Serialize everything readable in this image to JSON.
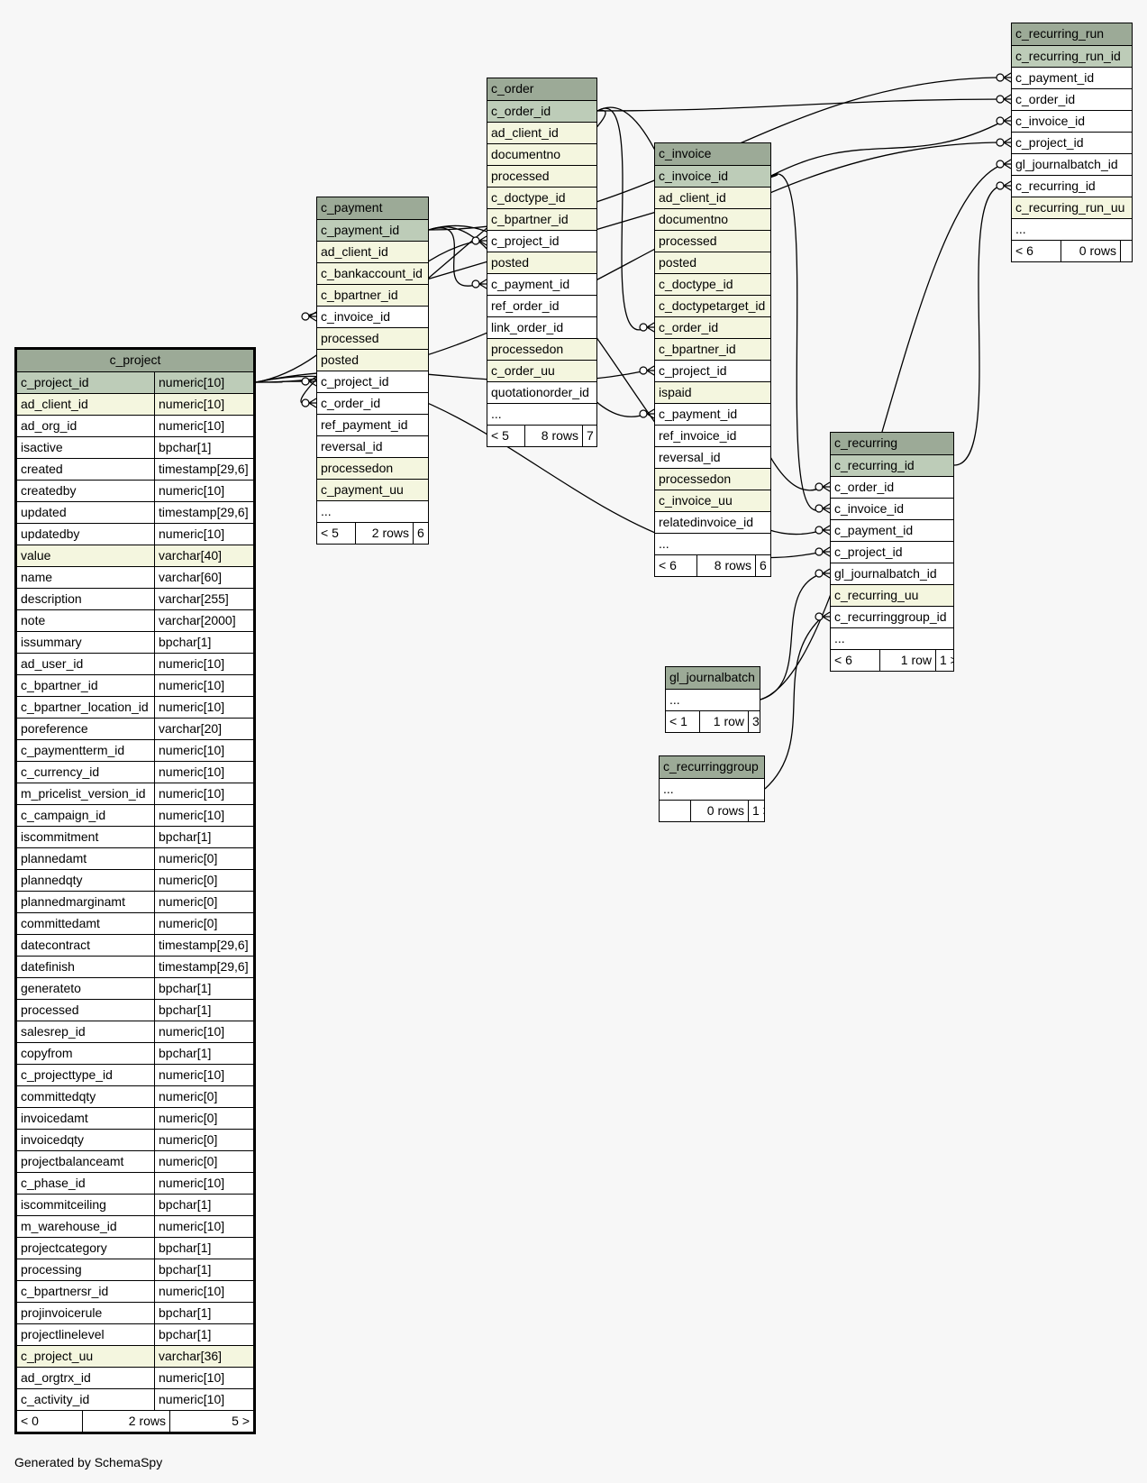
{
  "footer_text": "Generated by SchemaSpy",
  "colors": {
    "background": "#f7f7f7",
    "header": "#9caa97",
    "primary_key": "#bdccb8",
    "indexed": "#f4f6df",
    "plain": "#ffffff"
  },
  "relationships": [
    {
      "from": "c_project.c_project_id",
      "to": "c_payment.c_project_id"
    },
    {
      "from": "c_project.c_project_id",
      "to": "c_order.c_project_id"
    },
    {
      "from": "c_project.c_project_id",
      "to": "c_invoice.c_project_id"
    },
    {
      "from": "c_project.c_project_id",
      "to": "c_recurring.c_project_id"
    },
    {
      "from": "c_project.c_project_id",
      "to": "c_recurring_run.c_project_id"
    },
    {
      "from": "c_payment.c_payment_id",
      "to": "c_order.c_payment_id"
    },
    {
      "from": "c_payment.c_payment_id",
      "to": "c_invoice.c_payment_id"
    },
    {
      "from": "c_payment.c_payment_id",
      "to": "c_recurring.c_payment_id"
    },
    {
      "from": "c_payment.c_payment_id",
      "to": "c_recurring_run.c_payment_id"
    },
    {
      "from": "c_order.c_order_id",
      "to": "c_payment.c_order_id"
    },
    {
      "from": "c_order.c_order_id",
      "to": "c_invoice.c_order_id"
    },
    {
      "from": "c_order.c_order_id",
      "to": "c_recurring.c_order_id"
    },
    {
      "from": "c_order.c_order_id",
      "to": "c_recurring_run.c_order_id"
    },
    {
      "from": "c_invoice.c_invoice_id",
      "to": "c_payment.c_invoice_id"
    },
    {
      "from": "c_invoice.c_invoice_id",
      "to": "c_recurring.c_invoice_id"
    },
    {
      "from": "c_invoice.c_invoice_id",
      "to": "c_recurring_run.c_invoice_id"
    },
    {
      "from": "c_recurring.c_recurring_id",
      "to": "c_recurring_run.c_recurring_id"
    },
    {
      "from": "gl_journalbatch",
      "to": "c_recurring.gl_journalbatch_id"
    },
    {
      "from": "gl_journalbatch",
      "to": "c_recurring_run.gl_journalbatch_id"
    },
    {
      "from": "c_recurringgroup",
      "to": "c_recurring.c_recurringgroup_id"
    }
  ],
  "tables": {
    "c_project": {
      "name": "c_project",
      "columns": [
        {
          "name": "c_project_id",
          "type": "numeric[10]",
          "kind": "pk"
        },
        {
          "name": "ad_client_id",
          "type": "numeric[10]",
          "kind": "ix"
        },
        {
          "name": "ad_org_id",
          "type": "numeric[10]",
          "kind": ""
        },
        {
          "name": "isactive",
          "type": "bpchar[1]",
          "kind": ""
        },
        {
          "name": "created",
          "type": "timestamp[29,6]",
          "kind": ""
        },
        {
          "name": "createdby",
          "type": "numeric[10]",
          "kind": ""
        },
        {
          "name": "updated",
          "type": "timestamp[29,6]",
          "kind": ""
        },
        {
          "name": "updatedby",
          "type": "numeric[10]",
          "kind": ""
        },
        {
          "name": "value",
          "type": "varchar[40]",
          "kind": "ix"
        },
        {
          "name": "name",
          "type": "varchar[60]",
          "kind": ""
        },
        {
          "name": "description",
          "type": "varchar[255]",
          "kind": ""
        },
        {
          "name": "note",
          "type": "varchar[2000]",
          "kind": ""
        },
        {
          "name": "issummary",
          "type": "bpchar[1]",
          "kind": ""
        },
        {
          "name": "ad_user_id",
          "type": "numeric[10]",
          "kind": ""
        },
        {
          "name": "c_bpartner_id",
          "type": "numeric[10]",
          "kind": ""
        },
        {
          "name": "c_bpartner_location_id",
          "type": "numeric[10]",
          "kind": ""
        },
        {
          "name": "poreference",
          "type": "varchar[20]",
          "kind": ""
        },
        {
          "name": "c_paymentterm_id",
          "type": "numeric[10]",
          "kind": ""
        },
        {
          "name": "c_currency_id",
          "type": "numeric[10]",
          "kind": ""
        },
        {
          "name": "m_pricelist_version_id",
          "type": "numeric[10]",
          "kind": ""
        },
        {
          "name": "c_campaign_id",
          "type": "numeric[10]",
          "kind": ""
        },
        {
          "name": "iscommitment",
          "type": "bpchar[1]",
          "kind": ""
        },
        {
          "name": "plannedamt",
          "type": "numeric[0]",
          "kind": ""
        },
        {
          "name": "plannedqty",
          "type": "numeric[0]",
          "kind": ""
        },
        {
          "name": "plannedmarginamt",
          "type": "numeric[0]",
          "kind": ""
        },
        {
          "name": "committedamt",
          "type": "numeric[0]",
          "kind": ""
        },
        {
          "name": "datecontract",
          "type": "timestamp[29,6]",
          "kind": ""
        },
        {
          "name": "datefinish",
          "type": "timestamp[29,6]",
          "kind": ""
        },
        {
          "name": "generateto",
          "type": "bpchar[1]",
          "kind": ""
        },
        {
          "name": "processed",
          "type": "bpchar[1]",
          "kind": ""
        },
        {
          "name": "salesrep_id",
          "type": "numeric[10]",
          "kind": ""
        },
        {
          "name": "copyfrom",
          "type": "bpchar[1]",
          "kind": ""
        },
        {
          "name": "c_projecttype_id",
          "type": "numeric[10]",
          "kind": ""
        },
        {
          "name": "committedqty",
          "type": "numeric[0]",
          "kind": ""
        },
        {
          "name": "invoicedamt",
          "type": "numeric[0]",
          "kind": ""
        },
        {
          "name": "invoicedqty",
          "type": "numeric[0]",
          "kind": ""
        },
        {
          "name": "projectbalanceamt",
          "type": "numeric[0]",
          "kind": ""
        },
        {
          "name": "c_phase_id",
          "type": "numeric[10]",
          "kind": ""
        },
        {
          "name": "iscommitceiling",
          "type": "bpchar[1]",
          "kind": ""
        },
        {
          "name": "m_warehouse_id",
          "type": "numeric[10]",
          "kind": ""
        },
        {
          "name": "projectcategory",
          "type": "bpchar[1]",
          "kind": ""
        },
        {
          "name": "processing",
          "type": "bpchar[1]",
          "kind": ""
        },
        {
          "name": "c_bpartnersr_id",
          "type": "numeric[10]",
          "kind": ""
        },
        {
          "name": "projinvoicerule",
          "type": "bpchar[1]",
          "kind": ""
        },
        {
          "name": "projectlinelevel",
          "type": "bpchar[1]",
          "kind": ""
        },
        {
          "name": "c_project_uu",
          "type": "varchar[36]",
          "kind": "ix"
        },
        {
          "name": "ad_orgtrx_id",
          "type": "numeric[10]",
          "kind": ""
        },
        {
          "name": "c_activity_id",
          "type": "numeric[10]",
          "kind": ""
        }
      ],
      "footer": [
        "< 0",
        "2 rows",
        "5 >"
      ]
    },
    "c_payment": {
      "name": "c_payment",
      "columns": [
        {
          "name": "c_payment_id",
          "kind": "pk"
        },
        {
          "name": "ad_client_id",
          "kind": "ix"
        },
        {
          "name": "c_bankaccount_id",
          "kind": "ix"
        },
        {
          "name": "c_bpartner_id",
          "kind": "ix"
        },
        {
          "name": "c_invoice_id",
          "kind": ""
        },
        {
          "name": "processed",
          "kind": "ix"
        },
        {
          "name": "posted",
          "kind": "ix"
        },
        {
          "name": "c_project_id",
          "kind": ""
        },
        {
          "name": "c_order_id",
          "kind": ""
        },
        {
          "name": "ref_payment_id",
          "kind": ""
        },
        {
          "name": "reversal_id",
          "kind": ""
        },
        {
          "name": "processedon",
          "kind": "ix"
        },
        {
          "name": "c_payment_uu",
          "kind": "ix"
        },
        {
          "name": "...",
          "kind": ""
        }
      ],
      "footer": [
        "< 5",
        "2 rows",
        "6 >"
      ]
    },
    "c_order": {
      "name": "c_order",
      "columns": [
        {
          "name": "c_order_id",
          "kind": "pk"
        },
        {
          "name": "ad_client_id",
          "kind": "ix"
        },
        {
          "name": "documentno",
          "kind": "ix"
        },
        {
          "name": "processed",
          "kind": "ix"
        },
        {
          "name": "c_doctype_id",
          "kind": "ix"
        },
        {
          "name": "c_bpartner_id",
          "kind": "ix"
        },
        {
          "name": "c_project_id",
          "kind": ""
        },
        {
          "name": "posted",
          "kind": "ix"
        },
        {
          "name": "c_payment_id",
          "kind": ""
        },
        {
          "name": "ref_order_id",
          "kind": ""
        },
        {
          "name": "link_order_id",
          "kind": ""
        },
        {
          "name": "processedon",
          "kind": "ix"
        },
        {
          "name": "c_order_uu",
          "kind": "ix"
        },
        {
          "name": "quotationorder_id",
          "kind": ""
        },
        {
          "name": "...",
          "kind": ""
        }
      ],
      "footer": [
        "< 5",
        "8 rows",
        "7 >"
      ]
    },
    "c_invoice": {
      "name": "c_invoice",
      "columns": [
        {
          "name": "c_invoice_id",
          "kind": "pk"
        },
        {
          "name": "ad_client_id",
          "kind": "ix"
        },
        {
          "name": "documentno",
          "kind": "ix"
        },
        {
          "name": "processed",
          "kind": "ix"
        },
        {
          "name": "posted",
          "kind": "ix"
        },
        {
          "name": "c_doctype_id",
          "kind": "ix"
        },
        {
          "name": "c_doctypetarget_id",
          "kind": "ix"
        },
        {
          "name": "c_order_id",
          "kind": "ix"
        },
        {
          "name": "c_bpartner_id",
          "kind": "ix"
        },
        {
          "name": "c_project_id",
          "kind": ""
        },
        {
          "name": "ispaid",
          "kind": "ix"
        },
        {
          "name": "c_payment_id",
          "kind": ""
        },
        {
          "name": "ref_invoice_id",
          "kind": ""
        },
        {
          "name": "reversal_id",
          "kind": ""
        },
        {
          "name": "processedon",
          "kind": "ix"
        },
        {
          "name": "c_invoice_uu",
          "kind": "ix"
        },
        {
          "name": "relatedinvoice_id",
          "kind": ""
        },
        {
          "name": "...",
          "kind": ""
        }
      ],
      "footer": [
        "< 6",
        "8 rows",
        "6 >"
      ]
    },
    "c_recurring_run": {
      "name": "c_recurring_run",
      "columns": [
        {
          "name": "c_recurring_run_id",
          "kind": "pk"
        },
        {
          "name": "c_payment_id",
          "kind": ""
        },
        {
          "name": "c_order_id",
          "kind": ""
        },
        {
          "name": "c_invoice_id",
          "kind": ""
        },
        {
          "name": "c_project_id",
          "kind": ""
        },
        {
          "name": "gl_journalbatch_id",
          "kind": ""
        },
        {
          "name": "c_recurring_id",
          "kind": ""
        },
        {
          "name": "c_recurring_run_uu",
          "kind": "ix"
        },
        {
          "name": "...",
          "kind": ""
        }
      ],
      "footer": [
        "< 6",
        "0 rows",
        ""
      ]
    },
    "c_recurring": {
      "name": "c_recurring",
      "columns": [
        {
          "name": "c_recurring_id",
          "kind": "pk"
        },
        {
          "name": "c_order_id",
          "kind": ""
        },
        {
          "name": "c_invoice_id",
          "kind": ""
        },
        {
          "name": "c_payment_id",
          "kind": ""
        },
        {
          "name": "c_project_id",
          "kind": ""
        },
        {
          "name": "gl_journalbatch_id",
          "kind": ""
        },
        {
          "name": "c_recurring_uu",
          "kind": "ix"
        },
        {
          "name": "c_recurringgroup_id",
          "kind": ""
        },
        {
          "name": "...",
          "kind": ""
        }
      ],
      "footer": [
        "< 6",
        "1 row",
        "1 >"
      ]
    },
    "gl_journalbatch": {
      "name": "gl_journalbatch",
      "columns": [
        {
          "name": "...",
          "kind": ""
        }
      ],
      "footer": [
        "< 1",
        "1 row",
        "3 >"
      ]
    },
    "c_recurringgroup": {
      "name": "c_recurringgroup",
      "columns": [
        {
          "name": "...",
          "kind": ""
        }
      ],
      "footer": [
        "",
        "0 rows",
        "1 >"
      ]
    }
  }
}
